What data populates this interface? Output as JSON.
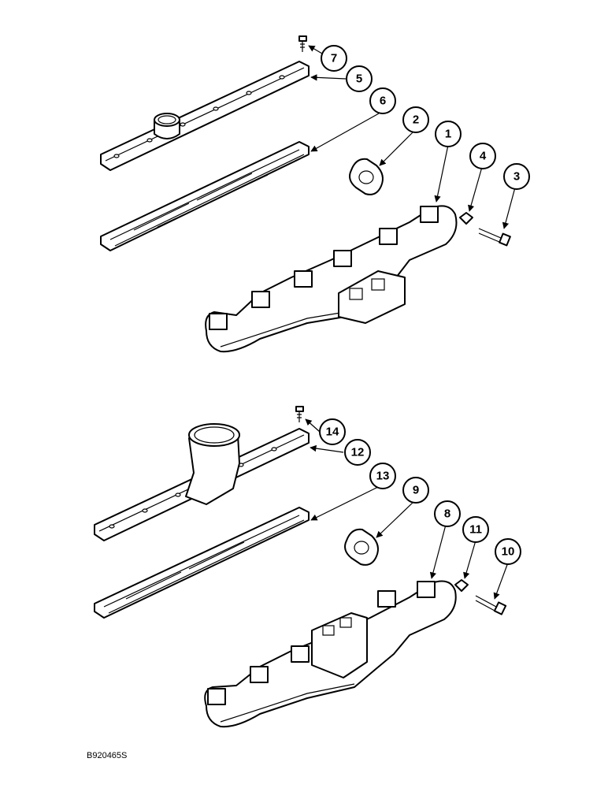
{
  "callouts_top": [
    "7",
    "5",
    "6",
    "2",
    "1",
    "4",
    "3"
  ],
  "callouts_bottom": [
    "14",
    "12",
    "13",
    "9",
    "8",
    "11",
    "10"
  ],
  "reference_code": "B920465S"
}
